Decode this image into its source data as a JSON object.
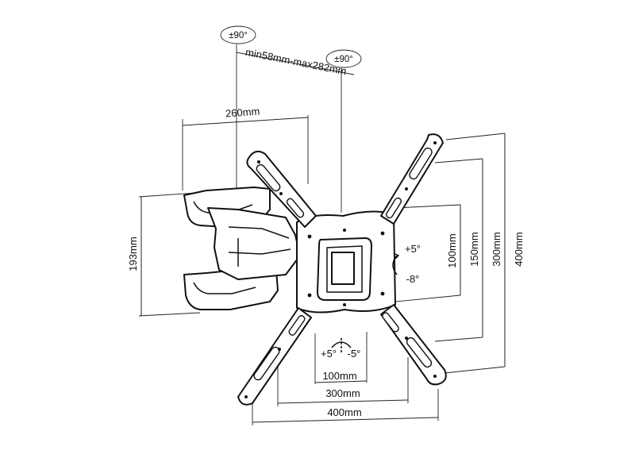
{
  "labels": {
    "swivel_left": "±90°",
    "swivel_right": "±90°",
    "extension": "min58mm-max282mm",
    "arm_width": "260mm",
    "arm_height": "193mm",
    "tilt_up": "+5°",
    "tilt_down": "-8°",
    "rot_plus": "+5°",
    "rot_minus": "-5°",
    "vesa_v_100": "100mm",
    "vesa_v_150": "150mm",
    "vesa_v_300": "300mm",
    "vesa_v_400": "400mm",
    "vesa_h_100": "100mm",
    "vesa_h_300": "300mm",
    "vesa_h_400": "400mm"
  },
  "colors": {
    "line": "#111111",
    "background": "#ffffff"
  }
}
